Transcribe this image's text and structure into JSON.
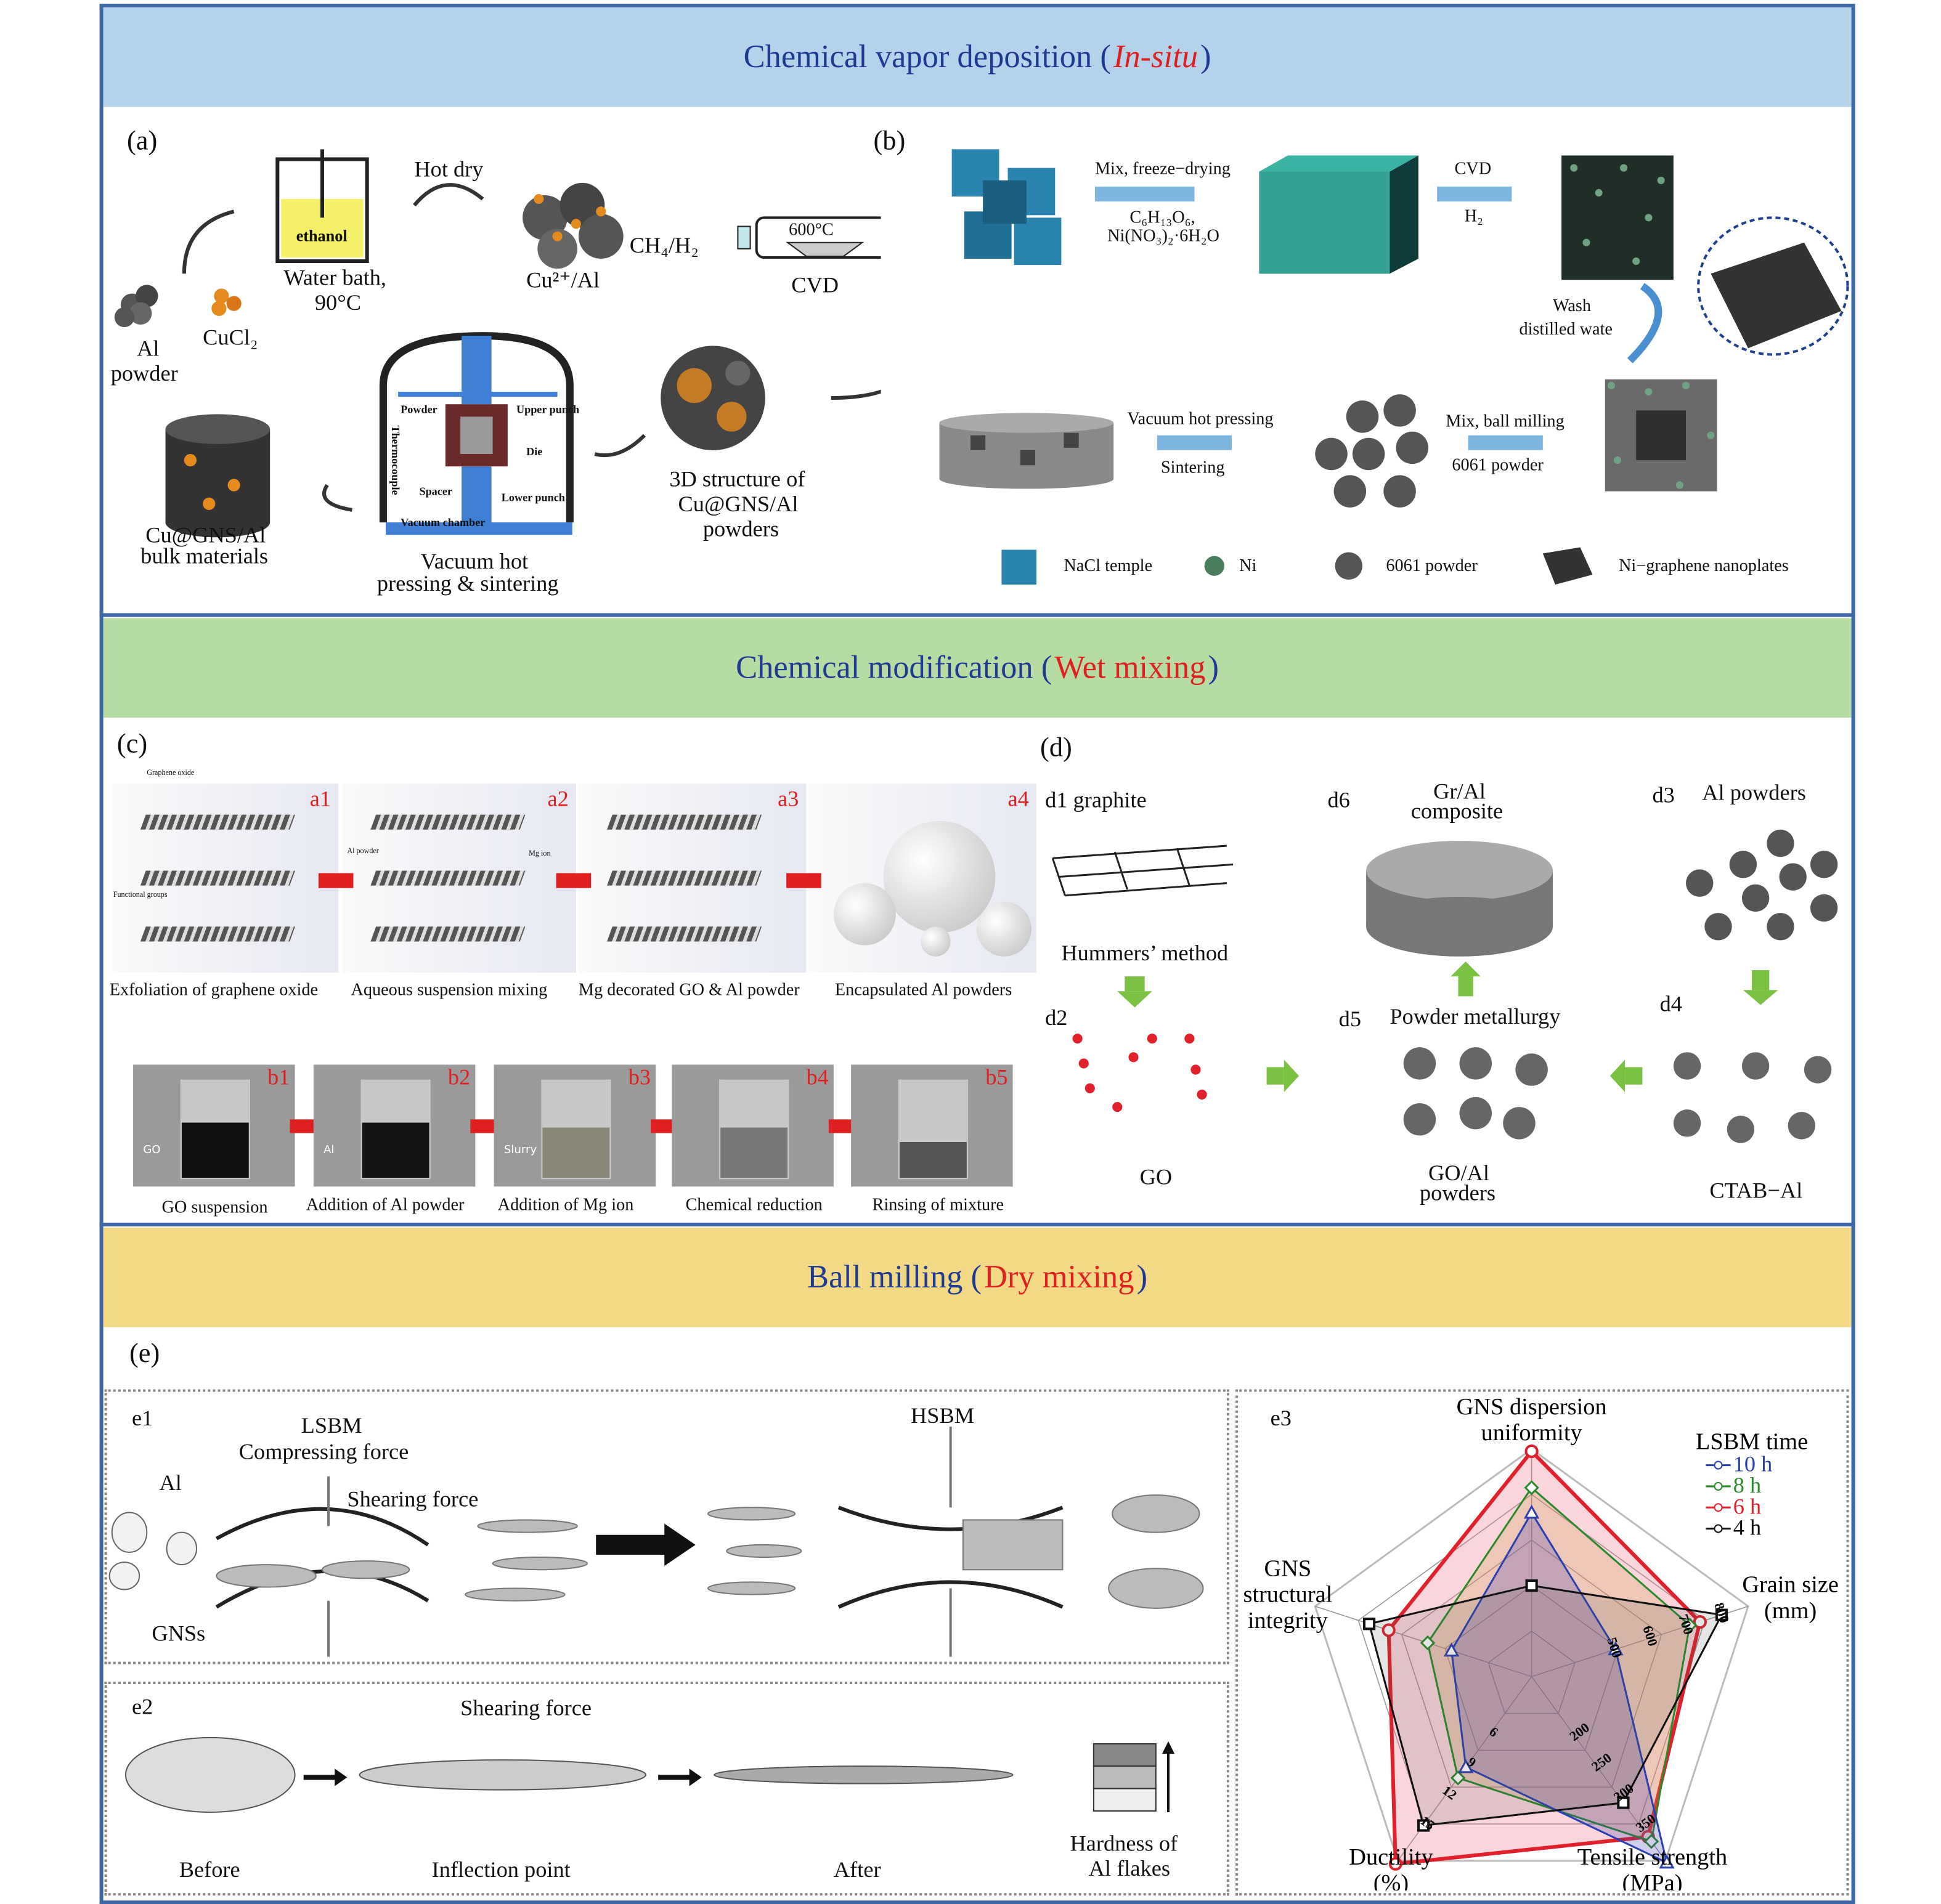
{
  "sections": {
    "cvd": {
      "title_main": "Chemical vapor deposition (",
      "title_em": "In-situ",
      "title_end": ")",
      "color": "#b4d2ea"
    },
    "chem": {
      "title_main": "Chemical modification (",
      "title_em": "Wet mixing",
      "title_end": ")",
      "color": "#b6dca4"
    },
    "ball": {
      "title_main": "Ball milling (",
      "title_em": "Dry mixing",
      "title_end": ")",
      "color": "#f3d985"
    }
  },
  "panel_a": {
    "label": "(a)",
    "ethanol": "ethanol",
    "hot_dry": "Hot dry",
    "water_bath": "Water bath,",
    "water_temp": "90°C",
    "cu_al": "Cu²⁺/Al",
    "al_powder_1": "Al",
    "al_powder_2": "powder",
    "cucl2": "CuCl₂",
    "gas": "CH₄/H₂",
    "furnace_temp": "600°C",
    "cvd": "CVD",
    "structure_1": "3D structure of",
    "structure_2": "Cu@GNS/Al",
    "structure_3": "powders",
    "bulk_1": "Cu@GNS/Al",
    "bulk_2": "bulk materials",
    "vhp_1": "Vacuum hot",
    "vhp_2": "pressing & sintering",
    "press_labels": {
      "powder": "Powder",
      "upper": "Upper punch",
      "thermo": "Thermocouple",
      "die": "Die",
      "spacer": "Spacer",
      "lower": "Lower punch",
      "vacuum": "Vacuum chamber"
    }
  },
  "panel_b": {
    "label": "(b)",
    "step1_top": "Mix, freeze−drying",
    "step1_bot1": "C₆H₁₃O₆,",
    "step1_bot2": "Ni(NO₃)₂·6H₂O",
    "step2_top": "CVD",
    "step2_bot": "H₂",
    "wash_1": "Wash",
    "wash_2": "distilled wate",
    "mix_top": "Mix, ball milling",
    "mix_bot": "6061 powder",
    "vhp_top": "Vacuum hot pressing",
    "vhp_bot": "Sintering",
    "legend": [
      "NaCl temple",
      "Ni",
      "6061 powder",
      "Ni−graphene nanoplates"
    ]
  },
  "panel_c": {
    "label": "(c)",
    "a_tags": [
      "a1",
      "a2",
      "a3",
      "a4"
    ],
    "a_captions": [
      "Exfoliation of graphene oxide",
      "Aqueous suspension mixing",
      "Mg decorated GO & Al powder",
      "Encapsulated Al powders"
    ],
    "a_small": {
      "go": "Graphene oxide",
      "fg": "Functional groups",
      "al": "Al powder",
      "mg": "Mg ion"
    },
    "b_tags": [
      "b1",
      "b2",
      "b3",
      "b4",
      "b5"
    ],
    "b_captions": [
      "GO suspension",
      "Addition of Al powder",
      "Addition of Mg ion",
      "Chemical reduction",
      "Rinsing of mixture"
    ],
    "b_small": [
      "GO",
      "Al",
      "Slurry"
    ]
  },
  "panel_d": {
    "label": "(d)",
    "d1": "d1  graphite",
    "hummers": "Hummers’ method",
    "d2": "d2",
    "go": "GO",
    "d6": "d6",
    "composite_1": "Gr/Al",
    "composite_2": "composite",
    "d5": "d5",
    "pm": "Powder metallurgy",
    "goal_1": "GO/Al",
    "goal_2": "powders",
    "d3": "d3",
    "al_powders": "Al  powders",
    "d4": "d4",
    "ctab": "CTAB−Al"
  },
  "panel_e": {
    "label": "(e)",
    "e1": "e1",
    "lsbm": "LSBM",
    "compress": "Compressing force",
    "shear": "Shearing force",
    "al": "Al",
    "gnss": "GNSs",
    "hsbm": "HSBM",
    "e2": "e2",
    "shear2": "Shearing force",
    "before": "Before",
    "inflection": "Inflection point",
    "after": "After",
    "hardness_1": "Hardness of",
    "hardness_2": "Al flakes",
    "e3": "e3"
  },
  "chart_data": {
    "type": "radar",
    "legend_title": "LSBM time",
    "legend_position": "top-right",
    "axes": [
      {
        "label": "GNS dispersion uniformity",
        "ticks": [],
        "range": [
          0,
          1
        ]
      },
      {
        "label": "Grain size (mm)",
        "ticks": [
          "500",
          "600",
          "700",
          "800"
        ],
        "range": [
          400,
          800
        ]
      },
      {
        "label": "Tensile strength (MPa)",
        "ticks": [
          "200",
          "250",
          "300",
          "350"
        ],
        "range": [
          150,
          350
        ]
      },
      {
        "label": "Ductility (%)",
        "ticks": [
          "6",
          "9",
          "12",
          "15"
        ],
        "range": [
          3,
          15
        ]
      },
      {
        "label": "GNS structural integrity",
        "ticks": [],
        "range": [
          0,
          1
        ]
      }
    ],
    "series": [
      {
        "name": "10 h",
        "color": "#2a3fb0",
        "marker": "triangle",
        "values": [
          0.72,
          555,
          352,
          8.9,
          0.37
        ]
      },
      {
        "name": "8 h",
        "color": "#2a8a2a",
        "marker": "diamond",
        "values": [
          0.83,
          692,
          329,
          9.6,
          0.48
        ]
      },
      {
        "name": "6 h",
        "color": "#e0202a",
        "marker": "circle",
        "values": [
          0.99,
          711,
          324,
          15.2,
          0.66
        ]
      },
      {
        "name": "4 h",
        "color": "#111111",
        "marker": "square",
        "values": [
          0.4,
          751,
          287,
          12.7,
          0.75
        ]
      }
    ],
    "grid": true
  }
}
